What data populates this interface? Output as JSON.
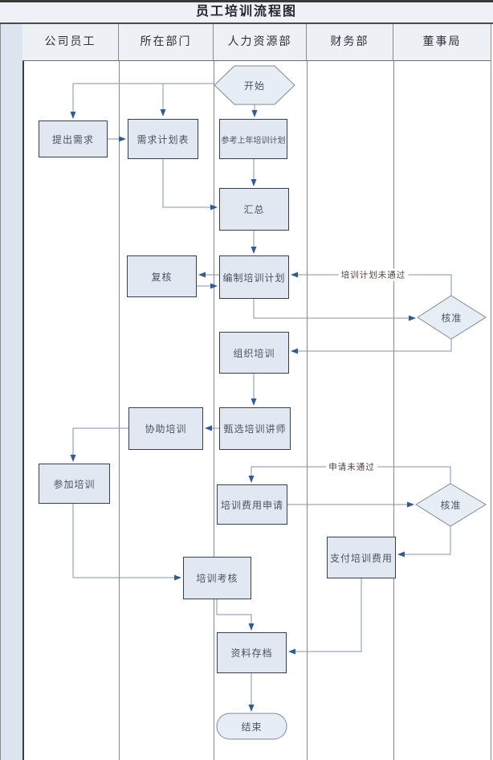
{
  "title": "员工培训流程图",
  "lanes": {
    "columns": [
      "公司员工",
      "所在部门",
      "人力资源部",
      "财务部",
      "董事局"
    ]
  },
  "nodes": {
    "start": "开始",
    "ref_plan": "参考上年培训计划",
    "propose": "提出需求",
    "demand_table": "需求计划表",
    "summarize": "汇总",
    "review": "复核",
    "compile": "编制培训计划",
    "approve1": "核准",
    "organize": "组织培训",
    "assist": "协助培训",
    "select_lecturer": "甄选培训讲师",
    "attend": "参加培训",
    "fee_request": "培训费用申请",
    "approve2": "核准",
    "pay_fee": "支付培训费用",
    "assessment": "培训考核",
    "archive": "资料存档",
    "end": "结束"
  },
  "edge_labels": {
    "plan_rejected": "培训计划未通过",
    "request_rejected": "申请未通过"
  },
  "colors": {
    "node_fill": "#e2e8f1",
    "node_border": "#33404f",
    "shape_fill": "#e7edf5",
    "line": "#8096ad",
    "arrow": "#2e5b99",
    "header_bg": "#edf0f5",
    "strip_bg": "#dbe4ef"
  }
}
